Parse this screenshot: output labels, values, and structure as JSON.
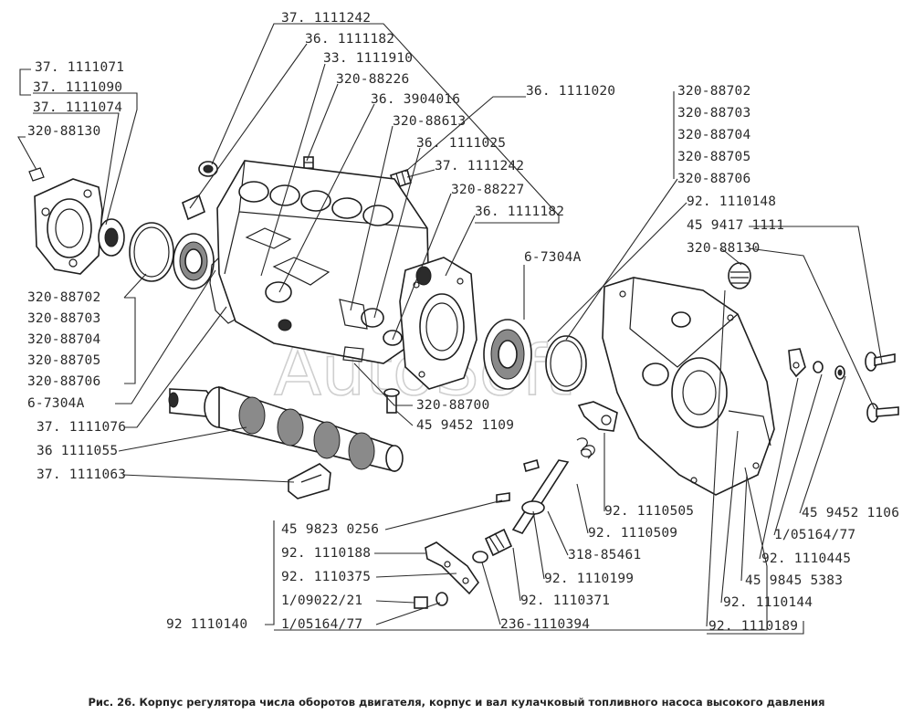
{
  "caption": "Рис. 26. Корпус регулятора числа оборотов двигателя, корпус и вал кулачковый топливного насоса высокого давления",
  "watermark": "AutoSoft",
  "labels": {
    "a01": "37. 1111242",
    "a02": "36. 1111182",
    "a03": "33. 1111910",
    "a04": "320-88226",
    "a05": "36. 3904016",
    "a06": "320-88613",
    "a07": "36. 1111025",
    "a08": "37. 1111242",
    "a09": "320-88227",
    "a10": "36. 1111182",
    "a11": "36. 1111020",
    "b01": "37. 1111071",
    "b02": "37. 1111090",
    "b03": "37. 1111074",
    "b04": "320-88130",
    "b05": "320-88702",
    "b06": "320-88703",
    "b07": "320-88704",
    "b08": "320-88705",
    "b09": "320-88706",
    "b10": "6-7304A",
    "b11": "37. 1111076",
    "b12": "36 1111055",
    "b13": "37. 1111063",
    "c01": "6-7304A",
    "c02": "320-88700",
    "c03": "45 9452 1109",
    "d01": "320-88702",
    "d02": "320-88703",
    "d03": "320-88704",
    "d04": "320-88705",
    "d05": "320-88706",
    "d06": "92. 1110148",
    "d07": "45 9417 1111",
    "d08": "320-88130",
    "e01": "45 9823 0256",
    "e02": "92. 1110188",
    "e03": "92. 1110375",
    "e04": "1/09022/21",
    "e05": "92 1110140",
    "e06": "1/05164/77",
    "e07": "236-1110394",
    "e08": "92. 1110371",
    "e09": "92. 1110199",
    "e10": "318-85461",
    "e11": "92. 1110509",
    "e12": "92. 1110505",
    "f01": "45 9452 1106",
    "f02": "1/05164/77",
    "f03": "92. 1110445",
    "f04": "45 9845 5383",
    "f05": "92. 1110144",
    "f06": "92. 1110189"
  }
}
